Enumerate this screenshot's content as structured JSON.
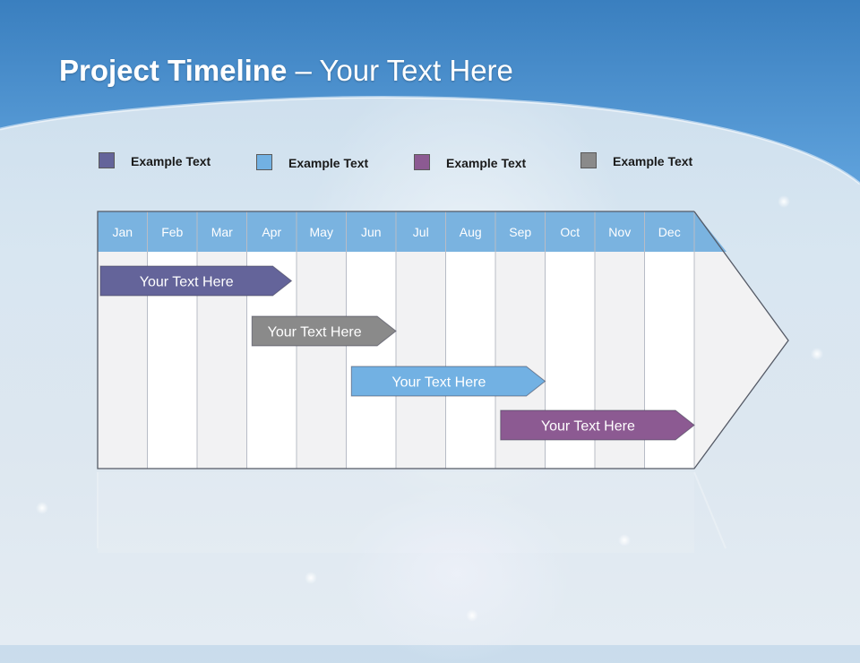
{
  "slide": {
    "title_bold": "Project Timeline",
    "title_rest": " – Your Text Here"
  },
  "colors": {
    "header_blue": "#4a90cf",
    "month_band": "#7ab3e0",
    "grid_line": "#b8bcc6",
    "outline": "#555a66"
  },
  "legend": [
    {
      "label": "Example Text",
      "color": "#64649a"
    },
    {
      "label": "Example Text",
      "color": "#72b1e3"
    },
    {
      "label": "Example Text",
      "color": "#8c5a92"
    },
    {
      "label": "Example Text",
      "color": "#8a8a8a"
    }
  ],
  "chart_data": {
    "type": "gantt",
    "months": [
      "Jan",
      "Feb",
      "Mar",
      "Apr",
      "May",
      "Jun",
      "Jul",
      "Aug",
      "Sep",
      "Oct",
      "Nov",
      "Dec"
    ],
    "tasks": [
      {
        "label": "Your  Text Here",
        "start": 0,
        "end": 3.9,
        "color": "#64649a"
      },
      {
        "label": "Your  Text Here",
        "start": 3.05,
        "end": 6.0,
        "color": "#8a8a8a"
      },
      {
        "label": "Your  Text Here",
        "start": 5.05,
        "end": 9.0,
        "color": "#72b1e3"
      },
      {
        "label": "Your  Text Here",
        "start": 8.05,
        "end": 12.0,
        "color": "#8c5a92"
      }
    ]
  }
}
